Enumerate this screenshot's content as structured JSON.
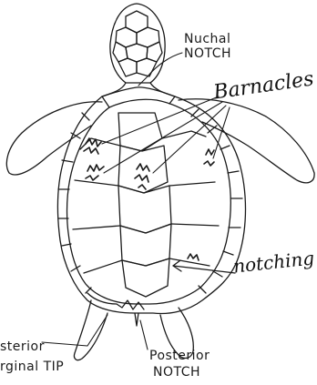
{
  "labels": {
    "nuchal_line1": "Nuchal",
    "nuchal_line2": "NOTCH",
    "barnacles": "Barnacles",
    "notching": "notching",
    "posterior_marginal_line1": "sterior",
    "posterior_marginal_line2": "rginal TIP",
    "posterior_notch_line1": "Posterior",
    "posterior_notch_line2": "NOTCH"
  },
  "colors": {
    "ink": "#1a1a1a",
    "paper": "#ffffff"
  }
}
